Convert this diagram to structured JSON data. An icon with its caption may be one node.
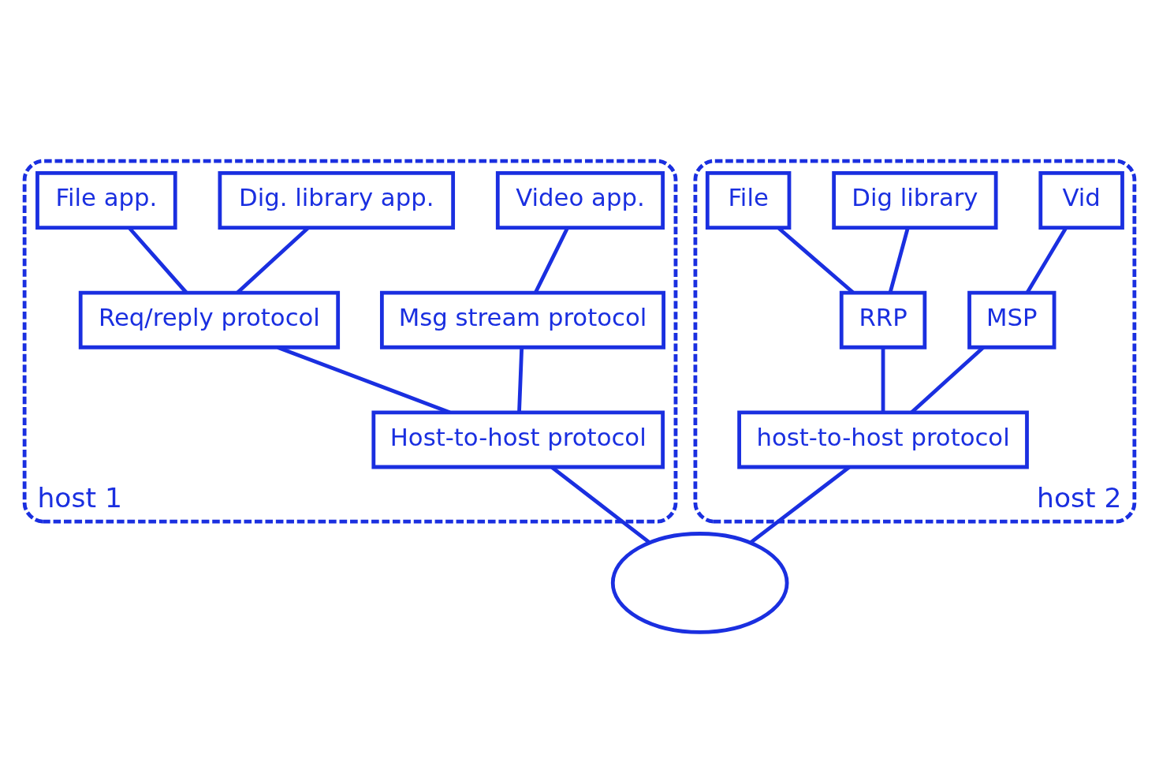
{
  "diagram": {
    "nodes": [
      {
        "text": [
          "host 1"
        ]
      },
      {
        "text": [
          "File app."
        ],
        "in": 0
      },
      {
        "text": [
          "Dig. library app."
        ],
        "in": 0
      },
      {
        "text": [
          "Video app."
        ],
        "in": 0
      },
      {
        "text": [
          "Req/reply protocol"
        ],
        "in": 0
      },
      {
        "text": [
          "Msg stream protocol"
        ],
        "in": 0
      },
      {
        "text": [
          "Host-to-host protocol"
        ],
        "in": 0
      },
      {
        "text": [
          "host 2"
        ]
      },
      {
        "text": [
          "File"
        ],
        "in": 7
      },
      {
        "text": [
          "Dig library"
        ],
        "in": 7
      },
      {
        "text": [
          "Vid"
        ],
        "in": 7
      },
      {
        "text": [
          "RRP"
        ],
        "in": 7
      },
      {
        "text": [
          "MSP"
        ],
        "in": 7
      },
      {
        "text": [
          "host-to-host protocol"
        ],
        "in": 7
      },
      {
        "text": [],
        "shape": "cloud"
      }
    ],
    "edges": [
      {
        "from": 1,
        "to": 4,
        "arrow": "none"
      },
      {
        "from": 2,
        "to": 4,
        "arrow": "none"
      },
      {
        "from": 3,
        "to": 5,
        "arrow": "none"
      },
      {
        "from": 4,
        "to": 6,
        "arrow": "none"
      },
      {
        "from": 5,
        "to": 6,
        "arrow": "none"
      },
      {
        "from": 6,
        "to": 14,
        "arrow": "none"
      },
      {
        "from": 8,
        "to": 11,
        "arrow": "none"
      },
      {
        "from": 9,
        "to": 11,
        "arrow": "none"
      },
      {
        "from": 10,
        "to": 12,
        "arrow": "none"
      },
      {
        "from": 11,
        "to": 13,
        "arrow": "none"
      },
      {
        "from": 12,
        "to": 13,
        "arrow": "none"
      },
      {
        "from": 13,
        "to": 14,
        "arrow": "none"
      }
    ]
  }
}
